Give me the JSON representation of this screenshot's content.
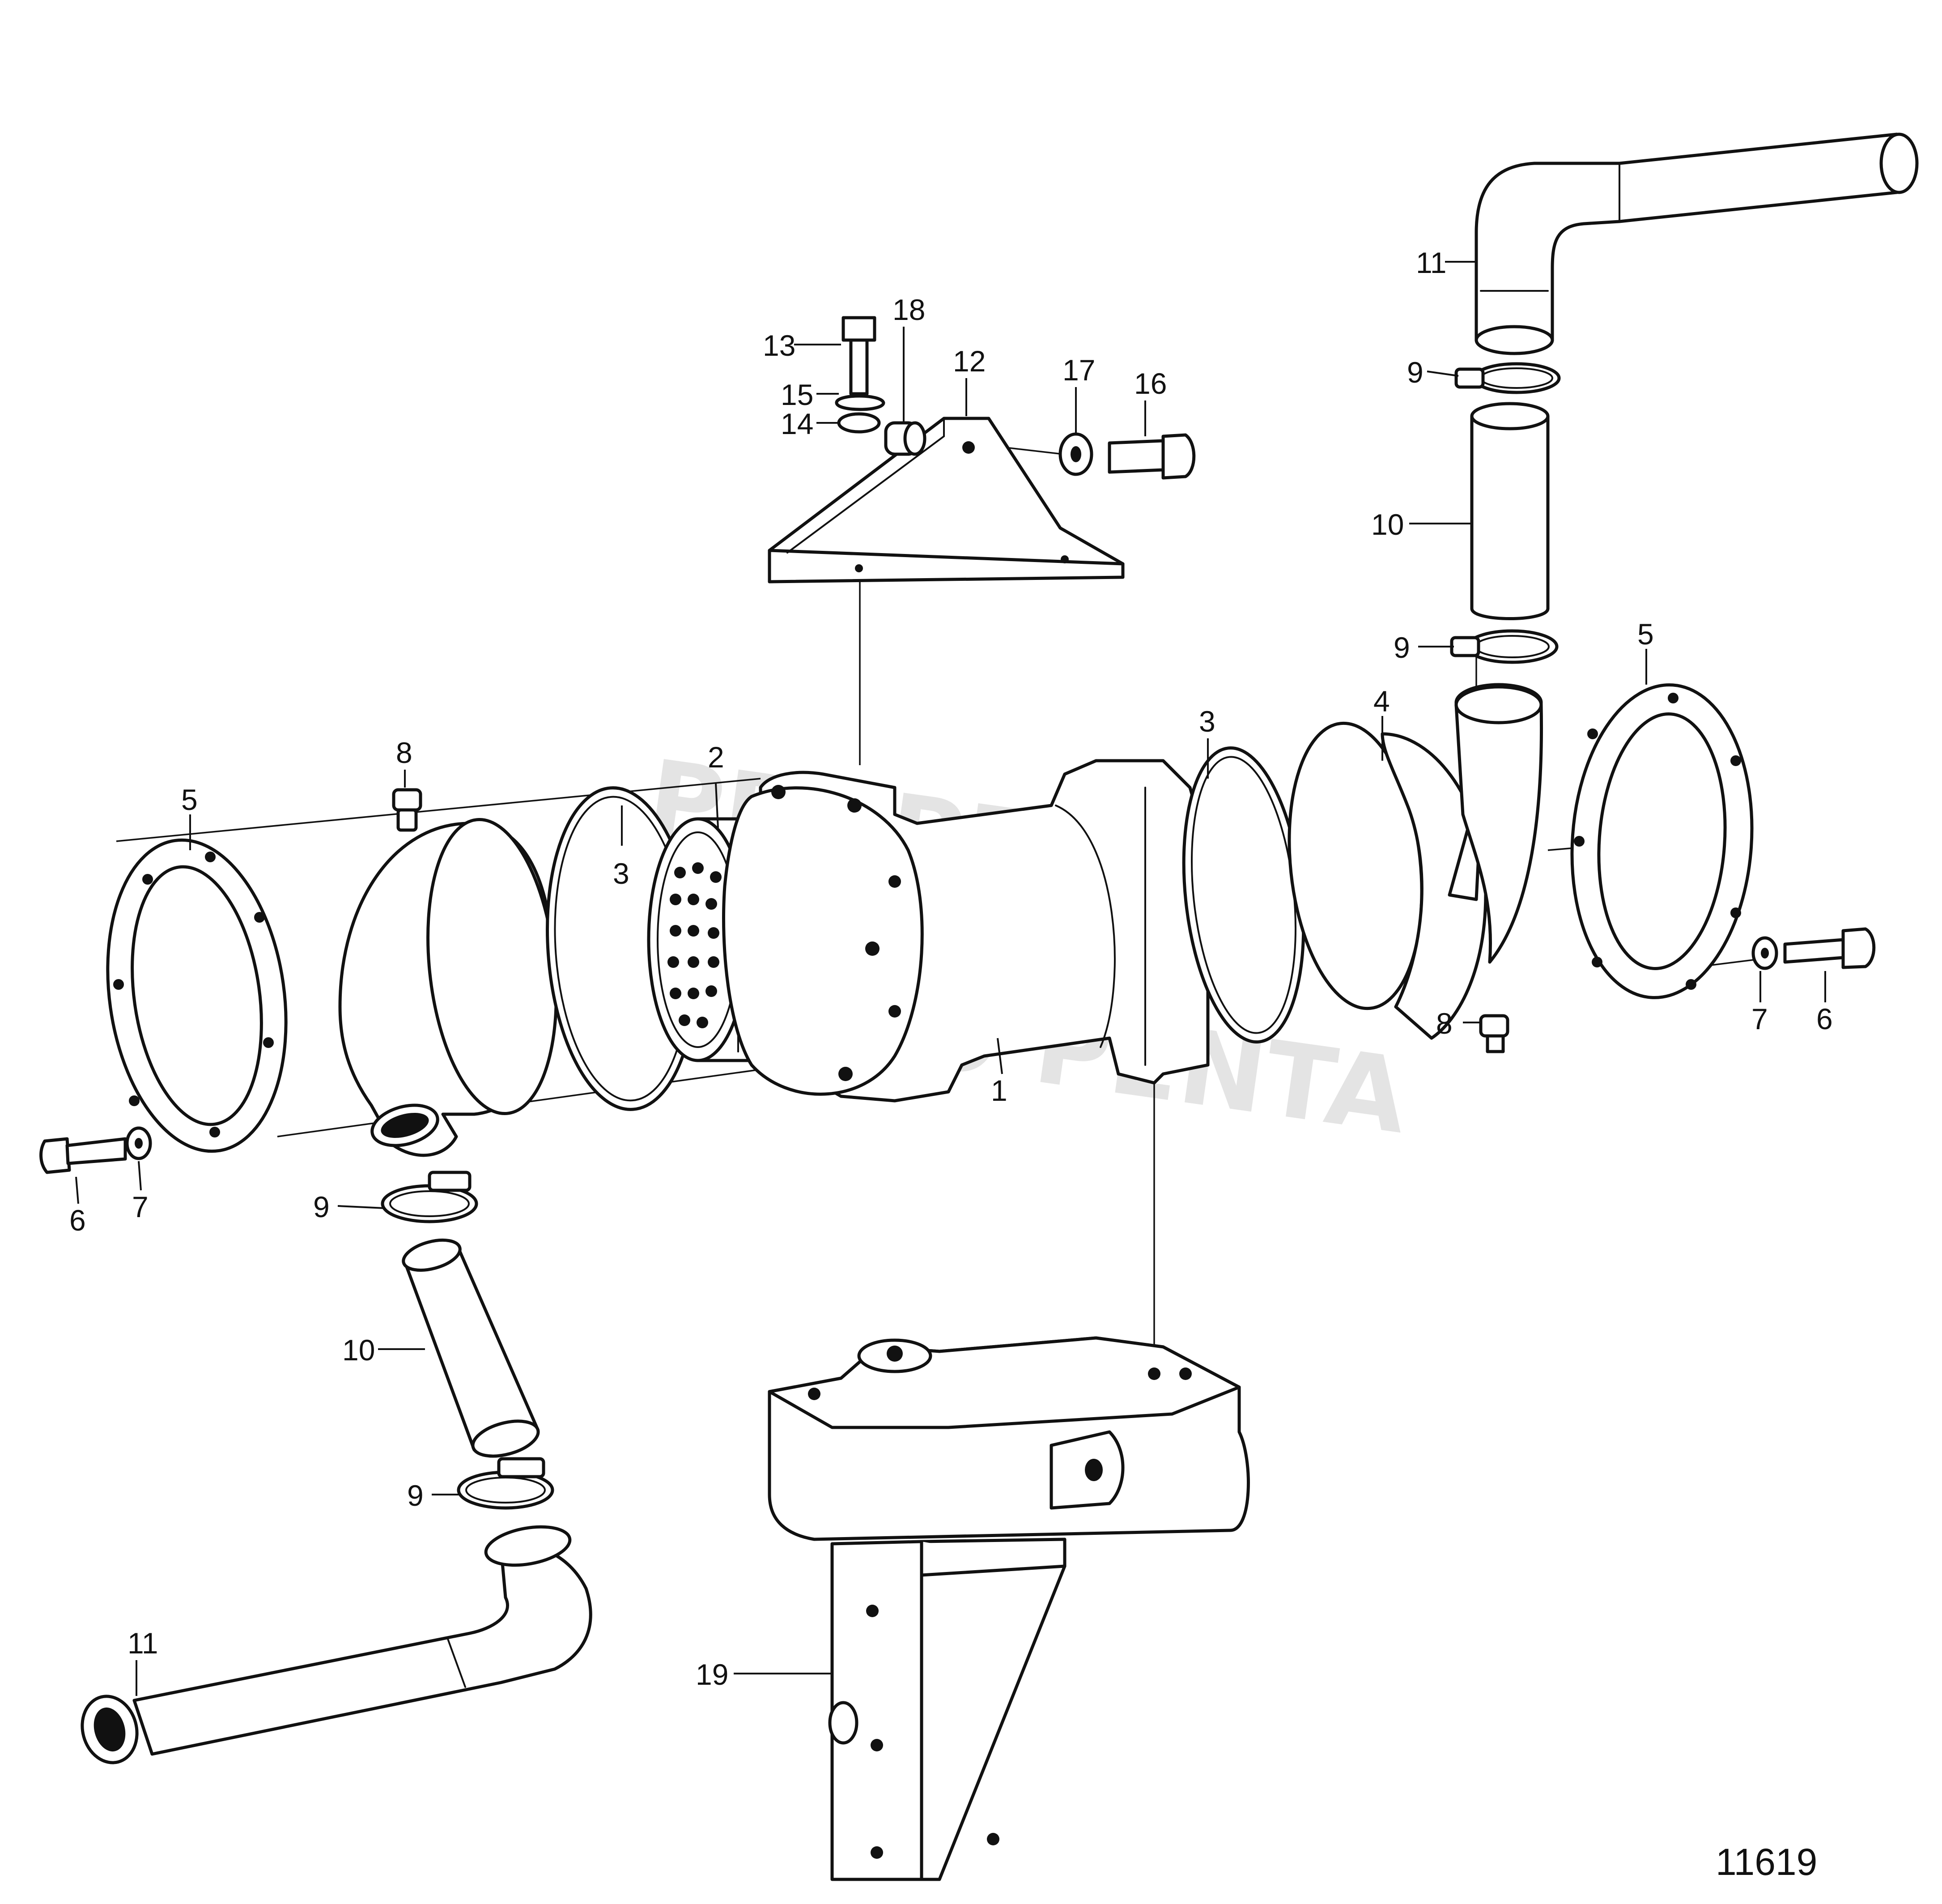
{
  "figure": {
    "number": "11619",
    "watermark_lines": [
      "PROPERTY OF",
      "VOLVO PENTA"
    ],
    "part_callouts": [
      {
        "id": "c1",
        "label": "1"
      },
      {
        "id": "c2",
        "label": "2"
      },
      {
        "id": "c3a",
        "label": "3"
      },
      {
        "id": "c3b",
        "label": "3"
      },
      {
        "id": "c4",
        "label": "4"
      },
      {
        "id": "c5a",
        "label": "5"
      },
      {
        "id": "c5b",
        "label": "5"
      },
      {
        "id": "c6a",
        "label": "6"
      },
      {
        "id": "c6b",
        "label": "6"
      },
      {
        "id": "c7a",
        "label": "7"
      },
      {
        "id": "c7b",
        "label": "7"
      },
      {
        "id": "c8a",
        "label": "8"
      },
      {
        "id": "c8b",
        "label": "8"
      },
      {
        "id": "c9a",
        "label": "9"
      },
      {
        "id": "c9b",
        "label": "9"
      },
      {
        "id": "c9c",
        "label": "9"
      },
      {
        "id": "c9d",
        "label": "9"
      },
      {
        "id": "c10a",
        "label": "10"
      },
      {
        "id": "c10b",
        "label": "10"
      },
      {
        "id": "c11a",
        "label": "11"
      },
      {
        "id": "c11b",
        "label": "11"
      },
      {
        "id": "c12",
        "label": "12"
      },
      {
        "id": "c13",
        "label": "13"
      },
      {
        "id": "c14",
        "label": "14"
      },
      {
        "id": "c15",
        "label": "15"
      },
      {
        "id": "c16",
        "label": "16"
      },
      {
        "id": "c17",
        "label": "17"
      },
      {
        "id": "c18",
        "label": "18"
      },
      {
        "id": "c19",
        "label": "19"
      }
    ]
  }
}
